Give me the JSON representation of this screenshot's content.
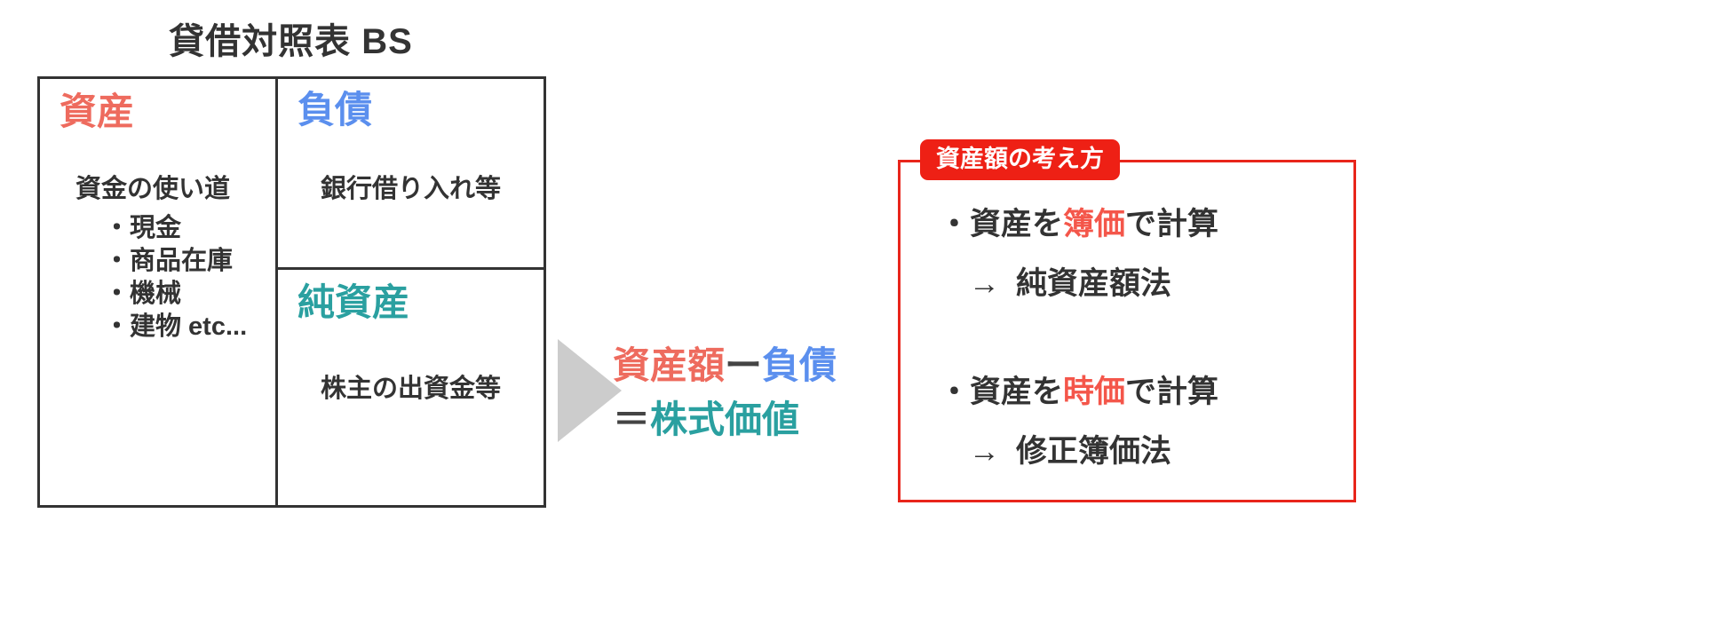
{
  "balance_sheet": {
    "title": "貸借対照表 BS",
    "assets": {
      "heading": "資産",
      "subtitle": "資金の使い道",
      "bullets": [
        "・現金",
        "・商品在庫",
        "・機械",
        "・建物 etc..."
      ],
      "color": "#EE6B5E"
    },
    "liabilities": {
      "heading": "負債",
      "subtitle": "銀行借り入れ等",
      "color": "#5B8FEE"
    },
    "equity": {
      "heading": "純資産",
      "subtitle": "株主の出資金等",
      "color": "#2AA0A0"
    }
  },
  "arrow": {
    "icon": "triangle-right-icon",
    "color": "#CCCCCC"
  },
  "equation": {
    "line1": {
      "asset": "資産額",
      "minus": "ー",
      "liability": "負債"
    },
    "line2": {
      "equals": "＝",
      "value": "株式価値"
    }
  },
  "method_panel": {
    "tab_label": "資産額の考え方",
    "border_color": "#E8251B",
    "tab_color": "#EE2015",
    "groups": [
      {
        "lead_prefix": "・資産を",
        "lead_highlight": "簿価",
        "lead_suffix": "で計算",
        "arrow": "→",
        "result": "純資産額法"
      },
      {
        "lead_prefix": "・資産を",
        "lead_highlight": "時価",
        "lead_suffix": "で計算",
        "arrow": "→",
        "result": "修正簿価法"
      }
    ]
  }
}
